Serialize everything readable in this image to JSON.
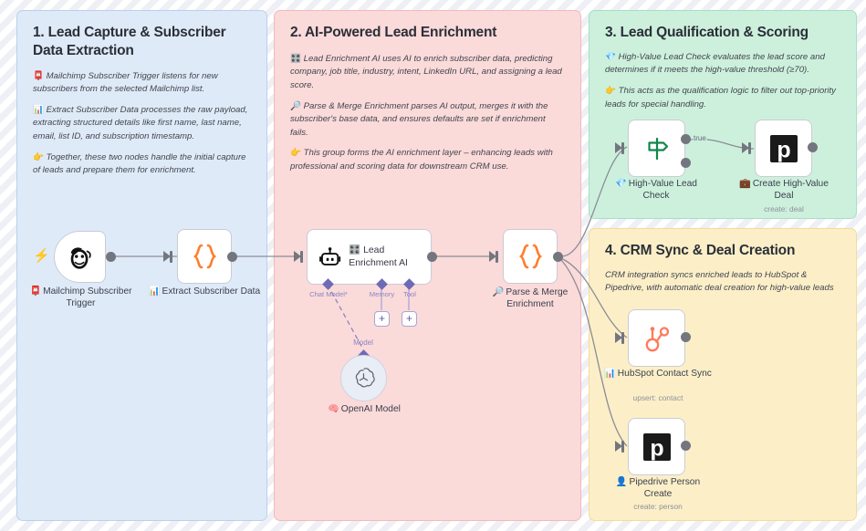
{
  "canvas": {
    "background_color": "#f7f8fc",
    "stripe_color": "#eef0f6"
  },
  "panels": [
    {
      "id": "panel-1",
      "title": "1. Lead Capture & Subscriber Data Extraction",
      "color": "#dfeaf8",
      "border_color": "#b9d1ec",
      "paragraphs": [
        {
          "emoji": "📮",
          "text": "Mailchimp Subscriber Trigger listens for new subscribers from the selected Mailchimp list."
        },
        {
          "emoji": "📊",
          "text": "Extract Subscriber Data processes the raw payload, extracting structured details like first name, last name, email, list ID, and subscription timestamp."
        },
        {
          "emoji": "👉",
          "text": "Together, these two nodes handle the initial capture of leads and prepare them for enrichment."
        }
      ]
    },
    {
      "id": "panel-2",
      "title": "2. AI-Powered Lead Enrichment",
      "color": "#fbdada",
      "border_color": "#f3b9bb",
      "paragraphs": [
        {
          "emoji": "🎛️",
          "text": "Lead Enrichment AI uses AI to enrich subscriber data, predicting company, job title, industry, intent, LinkedIn URL, and assigning a lead score."
        },
        {
          "emoji": "🔎",
          "text": "Parse & Merge Enrichment parses AI output, merges it with the subscriber's base data, and ensures defaults are set if enrichment fails."
        },
        {
          "emoji": "👉",
          "text": "This group forms the AI enrichment layer – enhancing leads with professional and scoring data for downstream CRM use."
        }
      ]
    },
    {
      "id": "panel-3",
      "title": "3. Lead Qualification & Scoring",
      "color": "#cdf0dd",
      "border_color": "#a7dfc3",
      "paragraphs": [
        {
          "emoji": "💎",
          "text": "High-Value Lead Check evaluates the lead score and determines if it meets the high-value threshold (≥70)."
        },
        {
          "emoji": "👉",
          "text": "This acts as the qualification logic to filter out top-priority leads for special handling."
        }
      ]
    },
    {
      "id": "panel-4",
      "title": "4. CRM Sync & Deal Creation",
      "color": "#fcefc8",
      "border_color": "#f3dc9a",
      "paragraphs": [
        {
          "emoji": "",
          "text": "CRM integration syncs enriched leads to HubSpot & Pipedrive, with automatic deal creation for high-value leads"
        }
      ]
    }
  ],
  "nodes": [
    {
      "id": "mailchimp-trigger",
      "label": "Mailchimp Subscriber Trigger",
      "label_emoji": "📮",
      "subtitle": "",
      "icon": "mailchimp-icon",
      "shape": "trigger"
    },
    {
      "id": "extract-subscriber-data",
      "label": "Extract Subscriber Data",
      "label_emoji": "📊",
      "subtitle": "",
      "icon": "code-braces-icon",
      "shape": "rect"
    },
    {
      "id": "lead-enrichment-ai",
      "label": "Lead Enrichment AI",
      "label_emoji": "🎛️",
      "subtitle": "",
      "icon": "robot-icon",
      "shape": "wide"
    },
    {
      "id": "parse-merge-enrichment",
      "label": "Parse & Merge Enrichment",
      "label_emoji": "🔎",
      "subtitle": "",
      "icon": "code-braces-icon",
      "shape": "rect"
    },
    {
      "id": "openai-model",
      "label": "OpenAI Model",
      "label_emoji": "🧠",
      "subtitle": "",
      "icon": "openai-icon",
      "shape": "circle"
    },
    {
      "id": "high-value-lead-check",
      "label": "High-Value Lead Check",
      "label_emoji": "💎",
      "subtitle": "",
      "icon": "switch-signpost-icon",
      "shape": "rect"
    },
    {
      "id": "create-high-value-deal",
      "label": "Create High-Value Deal",
      "label_emoji": "💼",
      "subtitle": "create: deal",
      "icon": "pipedrive-icon",
      "shape": "rect"
    },
    {
      "id": "hubspot-contact-sync",
      "label": "HubSpot Contact Sync",
      "label_emoji": "📊",
      "subtitle": "upsert: contact",
      "icon": "hubspot-icon",
      "shape": "rect"
    },
    {
      "id": "pipedrive-person-create",
      "label": "Pipedrive Person Create",
      "label_emoji": "👤",
      "subtitle": "create: person",
      "icon": "pipedrive-icon",
      "shape": "rect"
    }
  ],
  "ai_connectors": [
    {
      "id": "chat-model",
      "label": "Chat Model*",
      "has_plus": false
    },
    {
      "id": "memory",
      "label": "Memory",
      "has_plus": true
    },
    {
      "id": "tool",
      "label": "Tool",
      "has_plus": true
    }
  ],
  "model_connector_label": "Model",
  "edge_labels": {
    "true_branch": "true"
  }
}
